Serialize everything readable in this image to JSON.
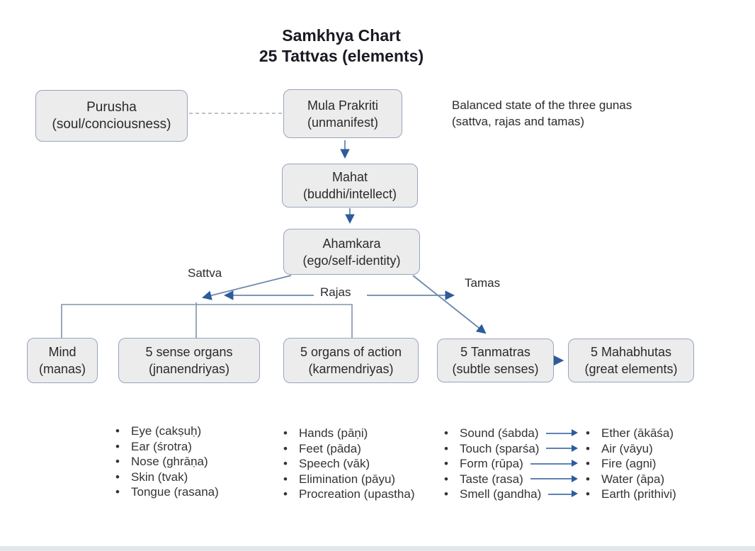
{
  "page": {
    "title_line1": "Samkhya Chart",
    "title_line2": "25 Tattvas (elements)",
    "annotation_line1": "Balanced state of the three gunas",
    "annotation_line2": "(sattva, rajas and tamas)"
  },
  "colors": {
    "box_fill": "#ececec",
    "box_border": "#97a5bc",
    "connector": "#7187a9",
    "arrowhead": "#2c5c9c",
    "bottom_bar": "#e3e7ea"
  },
  "nodes": {
    "purusha": {
      "name": "Purusha",
      "subtitle": "(soul/conciousness)"
    },
    "mula_prakriti": {
      "name": "Mula Prakriti",
      "subtitle": "(unmanifest)"
    },
    "mahat": {
      "name": "Mahat",
      "subtitle": "(buddhi/intellect)"
    },
    "ahamkara": {
      "name": "Ahamkara",
      "subtitle": "(ego/self-identity)"
    },
    "mind": {
      "name": "Mind",
      "subtitle": "(manas)"
    },
    "sense_organs": {
      "name": "5 sense organs",
      "subtitle": "(jnanendriyas)"
    },
    "organs_of_action": {
      "name": "5 organs of action",
      "subtitle": "(karmendriyas)"
    },
    "tanmatras": {
      "name": "5 Tanmatras",
      "subtitle": "(subtle senses)"
    },
    "mahabhutas": {
      "name": "5 Mahabhutas",
      "subtitle": "(great elements)"
    }
  },
  "guna_labels": {
    "sattva": "Sattva",
    "rajas": "Rajas",
    "tamas": "Tamas"
  },
  "lists": {
    "jnanendriyas": [
      "Eye (cakṣuḥ)",
      "Ear (śrotra)",
      "Nose (ghrāṇa)",
      "Skin (tvak)",
      "Tongue (rasana)"
    ],
    "karmendriyas": [
      "Hands (pāṇi)",
      "Feet (pāda)",
      "Speech (vāk)",
      "Elimination (pāyu)",
      "Procreation (upastha)"
    ],
    "tanmatras": [
      "Sound (śabda)",
      "Touch (sparśa)",
      "Form (rūpa)",
      "Taste (rasa)",
      "Smell (gandha)"
    ],
    "mahabhutas": [
      "Ether (ākāśa)",
      "Air (vāyu)",
      "Fire (agni)",
      "Water (āpa)",
      "Earth (prithivi)"
    ]
  }
}
